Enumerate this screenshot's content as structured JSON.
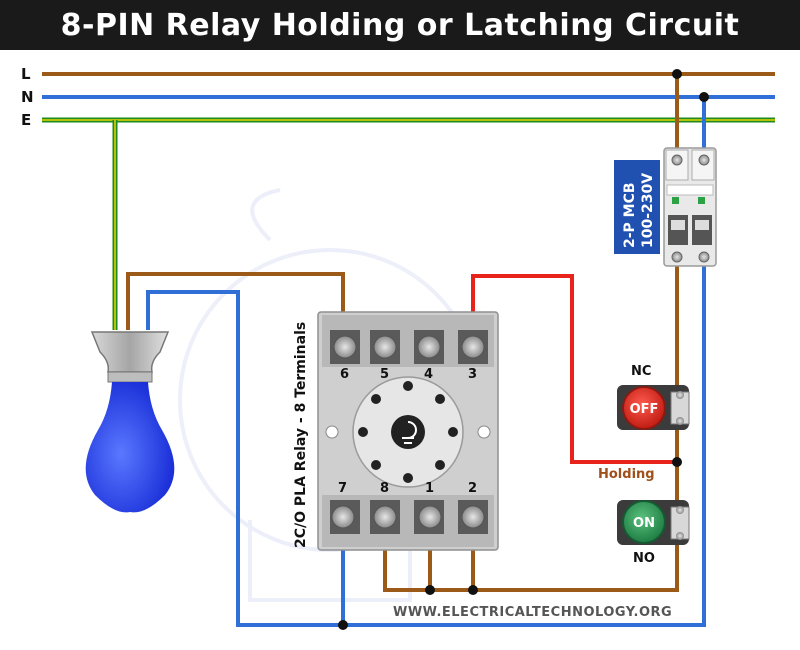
{
  "title": "8-PIN Relay Holding or Latching Circuit",
  "lines": {
    "l": "L",
    "n": "N",
    "e": "E"
  },
  "mcb": {
    "line1": "2-P MCB",
    "line2": "100-230V"
  },
  "relay": {
    "side_label": "2C/O PLA Relay - 8 Terminals",
    "top_pins": [
      "6",
      "5",
      "4",
      "3"
    ],
    "bottom_pins": [
      "7",
      "8",
      "1",
      "2"
    ]
  },
  "buttons": {
    "off": {
      "text": "OFF",
      "contact": "NC"
    },
    "on": {
      "text": "ON",
      "contact": "NO"
    }
  },
  "holding_label": "Holding",
  "website": "WWW.ELECTRICALTECHNOLOGY.ORG",
  "colors": {
    "live": "#9b5a18",
    "neutral": "#2f6fd6",
    "earth_green": "#1f8a1f",
    "earth_yellow": "#e8d400",
    "holding": "#e8231c",
    "lamp": "#2040ff",
    "off_button": "#d9261c",
    "on_button": "#2e9a5a"
  }
}
